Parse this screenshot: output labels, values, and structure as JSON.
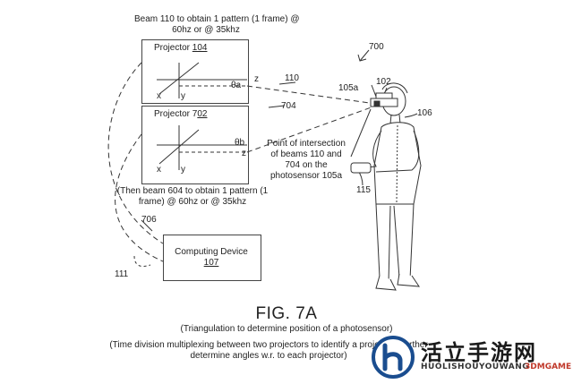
{
  "diagram": {
    "beam_caption_top": [
      "Beam 110 to obtain 1 pattern (1 frame) @",
      "60hz or @ 35khz"
    ],
    "projector_a": {
      "label": "Projector ",
      "num": "104",
      "angle": "θa",
      "x": "x",
      "y": "y",
      "z": "z"
    },
    "projector_b": {
      "label": "Projector 7",
      "num": "02",
      "angle": "θb",
      "x": "x",
      "y": "y",
      "z": "z"
    },
    "beam_caption_bottom": [
      "(Then beam 604 to obtain 1 pattern (1",
      "frame) @ 60hz or @ 35khz"
    ],
    "computing_device": {
      "label": "Computing Device",
      "num": "107"
    },
    "refs": {
      "r700": "700",
      "r102": "102",
      "r105a": "105a",
      "r110": "110",
      "r704": "704",
      "r106": "106",
      "r115": "115",
      "r706": "706",
      "r111": "111"
    },
    "intersection_note": [
      "Point of intersection",
      "of beams 110 and",
      "704 on the",
      "photosensor 105a"
    ],
    "figure_title": "FIG. 7A",
    "figure_subtitle": "(Triangulation to determine position of a photosensor)",
    "figure_note": [
      "(Time division multiplexing between two projectors to identify a projector , further",
      "determine angles w.r. to each projector)"
    ]
  },
  "watermark": {
    "title": "活立手游网",
    "sub": "HUOLISHOUYOUWANG",
    "site": "3DMGAME",
    "logo_color": "#1a4d8f"
  }
}
